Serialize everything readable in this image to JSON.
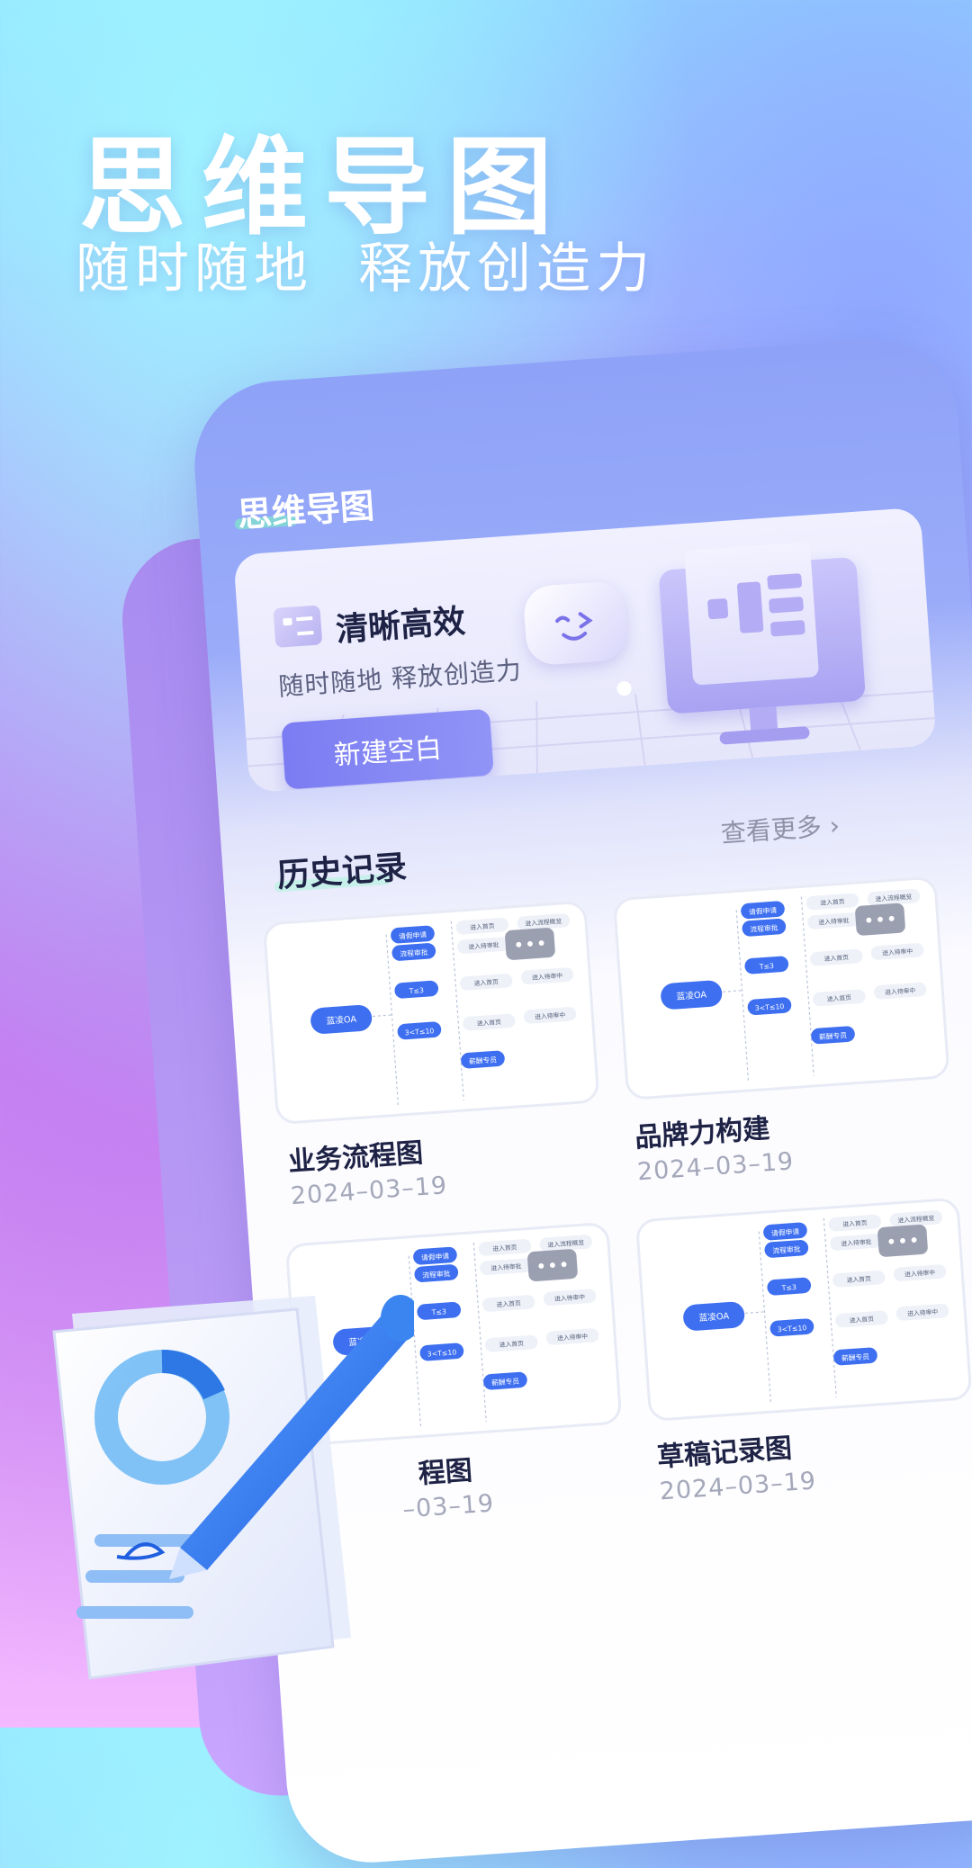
{
  "hero": {
    "title": "思维导图",
    "subtitle": "随时随地  释放创造力"
  },
  "app": {
    "title": "思维导图",
    "banner": {
      "title": "清晰高效",
      "subtitle": "随时随地 释放创造力",
      "button_label": "新建空白"
    },
    "history": {
      "title": "历史记录",
      "see_more": "查看更多 ›",
      "items": [
        {
          "name": "业务流程图",
          "date": "2024–03–19"
        },
        {
          "name": "品牌力构建",
          "date": "2024–03–19"
        },
        {
          "name": "程图",
          "date": "–03–19"
        },
        {
          "name": "草稿记录图",
          "date": "2024–03–19"
        }
      ]
    }
  },
  "mindmap": {
    "root": "蓝凌OA",
    "branches": [
      "请假申请",
      "流程审批",
      "T≤3",
      "3<T≤10",
      "薪酬专员"
    ],
    "leaves": [
      "进入首页",
      "进入流程概览",
      "进入待审批",
      "进入待审中"
    ]
  },
  "colors": {
    "accent": "#7b7cf2",
    "node_blue": "#3d6ff0",
    "text_dark": "#1e2346"
  },
  "icons": [
    "mindmap-icon",
    "chat-bubble-icon",
    "monitor-icon",
    "more-icon",
    "chevron-right-icon",
    "pen-icon",
    "document-icon"
  ]
}
